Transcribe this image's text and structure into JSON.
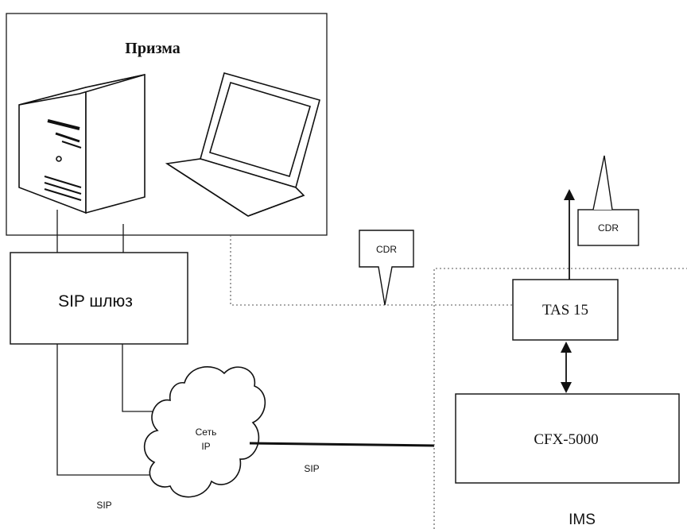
{
  "prism": {
    "title": "Призма"
  },
  "sip_gateway": {
    "label": "SIP шлюз"
  },
  "ip_network": {
    "line1": "Сеть",
    "line2": "IP"
  },
  "cdr_left": {
    "label": "CDR"
  },
  "cdr_right": {
    "label": "CDR"
  },
  "tas": {
    "label": "TAS 15"
  },
  "cfx": {
    "label": "CFX-5000"
  },
  "link_labels": {
    "sip_bottom": "SIP",
    "sip_mid": "SIP"
  },
  "ims": {
    "label": "IMS"
  },
  "colors": {
    "stroke": "#1a1a1a",
    "background": "#ffffff",
    "dotted": "#555555"
  },
  "icons": [
    "server-tower-icon",
    "laptop-icon",
    "cloud-icon",
    "antenna-icon"
  ]
}
